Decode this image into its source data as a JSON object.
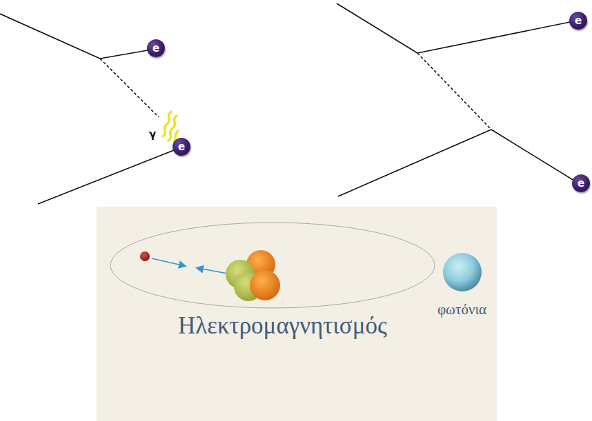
{
  "diagram": {
    "nodes": [
      {
        "text": [
          "e"
        ]
      },
      {
        "text": [
          "e"
        ]
      },
      {
        "text": [
          "e"
        ]
      },
      {
        "text": [
          "e"
        ]
      }
    ],
    "labels": [
      "γ",
      "φωτόνια",
      "Ηλεκτρομαγνητισμός"
    ]
  }
}
